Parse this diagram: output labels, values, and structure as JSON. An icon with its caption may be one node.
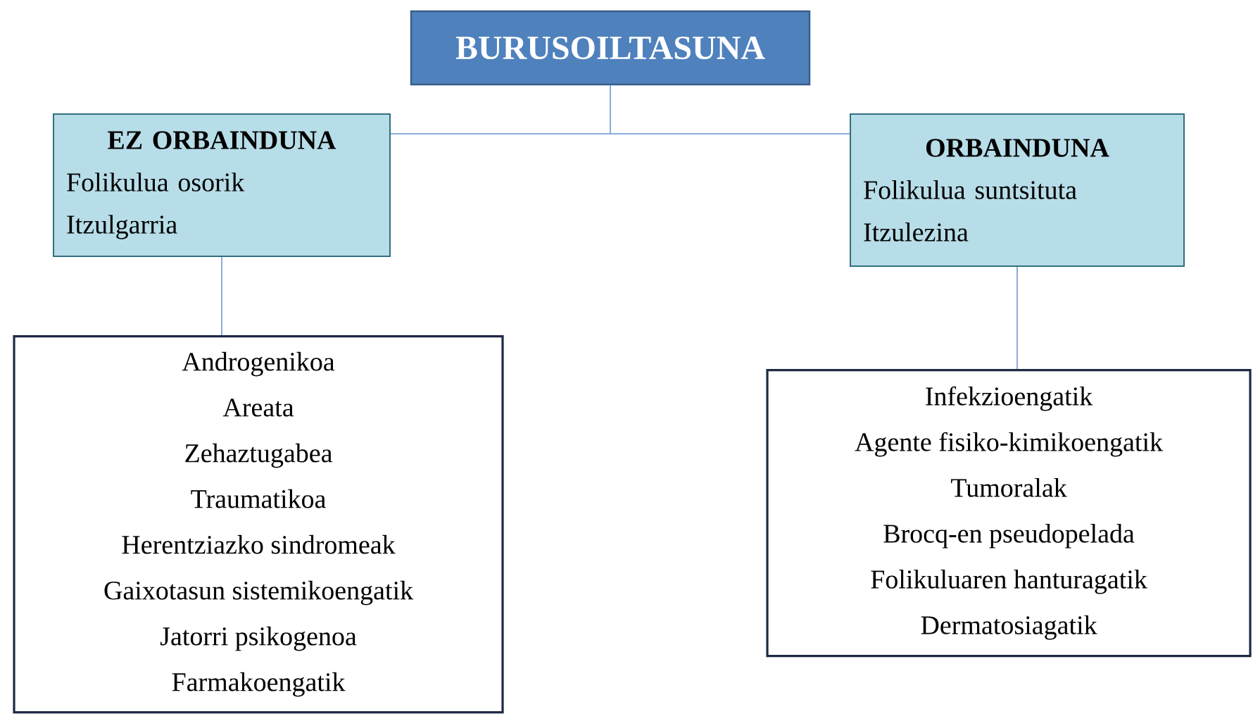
{
  "diagram": {
    "nodes": [
      {
        "text": [
          "BURUSOILTASUNA"
        ]
      },
      {
        "text": [
          "EZ ORBAINDUNA",
          "Folikulua osorik",
          "Itzulgarria"
        ]
      },
      {
        "text": [
          "ORBAINDUNA",
          "Folikulua suntsituta",
          "Itzulezina"
        ]
      },
      {
        "text": [
          "Androgenikoa",
          "Areata",
          "Zehaztugabea",
          "Traumatikoa",
          "Herentziazko sindromeak",
          "Gaixotasun sistemikoengatik",
          "Jatorri psikogenoa",
          "Farmakoengatik"
        ]
      },
      {
        "text": [
          "Infekzioengatik",
          "Agente fisiko-kimikoengatik",
          "Tumoralak",
          "Brocq-en pseudopelada",
          "Folikuluaren hanturagatik",
          "Dermatosiagatik"
        ]
      }
    ],
    "edges": [
      {
        "from": 0,
        "to": 1,
        "arrow": "none"
      },
      {
        "from": 0,
        "to": 2,
        "arrow": "none"
      },
      {
        "from": 1,
        "to": 3,
        "arrow": "none"
      },
      {
        "from": 2,
        "to": 4,
        "arrow": "none"
      }
    ]
  }
}
